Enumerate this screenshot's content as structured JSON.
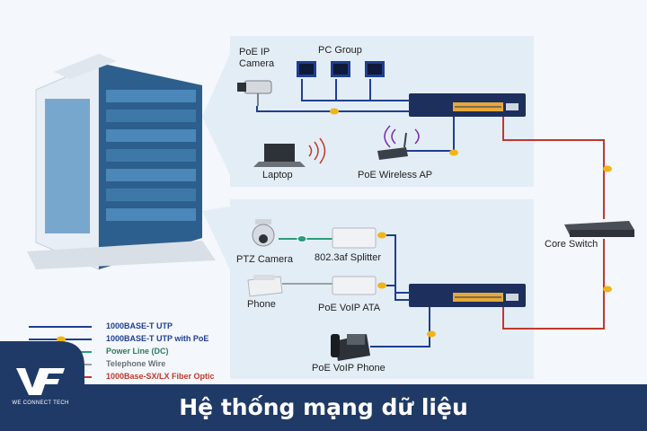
{
  "title": "Hệ thống mạng dữ liệu",
  "brand": {
    "tagline": "WE CONNECT TECH"
  },
  "devices": {
    "poe_ip_camera": "PoE IP\nCamera",
    "pc_group": "PC Group",
    "laptop": "Laptop",
    "poe_wireless_ap": "PoE Wireless AP",
    "core_switch": "Core Switch",
    "ptz_camera": "PTZ Camera",
    "splitter": "802.3af Splitter",
    "phone": "Phone",
    "poe_voip_ata": "PoE VoIP ATA",
    "poe_voip_phone": "PoE VoIP Phone"
  },
  "legend": [
    {
      "label": "1000BASE-T UTP",
      "color": "#1f3f8f"
    },
    {
      "label": "1000BASE-T UTP with PoE",
      "color": "#1f3f8f"
    },
    {
      "label": "Power Line (DC)",
      "color": "#2a9d7a"
    },
    {
      "label": "Telephone Wire",
      "color": "#9aa0a8"
    },
    {
      "label": "1000Base-SX/LX Fiber Optic",
      "color": "#c0392b"
    }
  ],
  "colors": {
    "banner": "#1f3a66",
    "utp": "#1f3f8f",
    "poe_marker": "#f2b417",
    "dc_power": "#2a9d7a",
    "telephone": "#9aa0a8",
    "fiber": "#c0392b"
  }
}
